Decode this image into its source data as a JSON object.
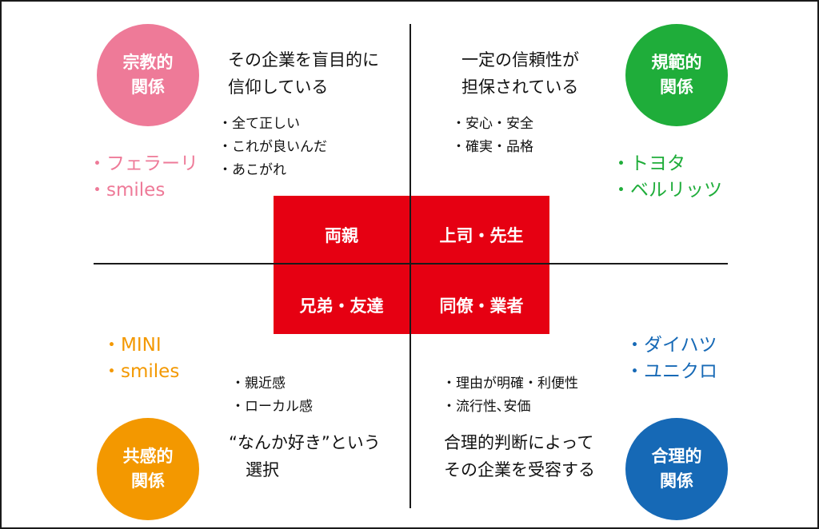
{
  "colors": {
    "religious": "#ee7a98",
    "normative": "#1fad3a",
    "empathy": "#f39800",
    "rational": "#1669b6",
    "center": "#e60012"
  },
  "quadrants": {
    "religious": {
      "circle_lines": [
        "宗教的",
        "関係"
      ],
      "description_lines": [
        "その企業を盲目的に",
        "信仰している"
      ],
      "bullets": [
        "・全て正しい",
        "・これが良いんだ",
        "・あこがれ"
      ],
      "brands": [
        "・フェラーリ",
        "・smiles"
      ]
    },
    "normative": {
      "circle_lines": [
        "規範的",
        "関係"
      ],
      "description_lines": [
        "一定の信頼性が",
        "担保されている"
      ],
      "bullets": [
        "・安心・安全",
        "・確実・品格"
      ],
      "brands": [
        "・トヨタ",
        "・ベルリッツ"
      ]
    },
    "empathy": {
      "circle_lines": [
        "共感的",
        "関係"
      ],
      "description_lines": [
        "“なんか好き”という",
        "　選択"
      ],
      "bullets": [
        "・親近感",
        "・ローカル感"
      ],
      "brands": [
        "・MINI",
        "・smiles"
      ]
    },
    "rational": {
      "circle_lines": [
        "合理的",
        "関係"
      ],
      "description_lines": [
        "合理的判断によって",
        "その企業を受容する"
      ],
      "bullets": [
        "・理由が明確・利便性",
        "・流行性､安価"
      ],
      "brands": [
        "・ダイハツ",
        "・ユニクロ"
      ]
    }
  },
  "center": {
    "top_left": "両親",
    "top_right": "上司・先生",
    "bottom_left": "兄弟・友達",
    "bottom_right": "同僚・業者"
  }
}
